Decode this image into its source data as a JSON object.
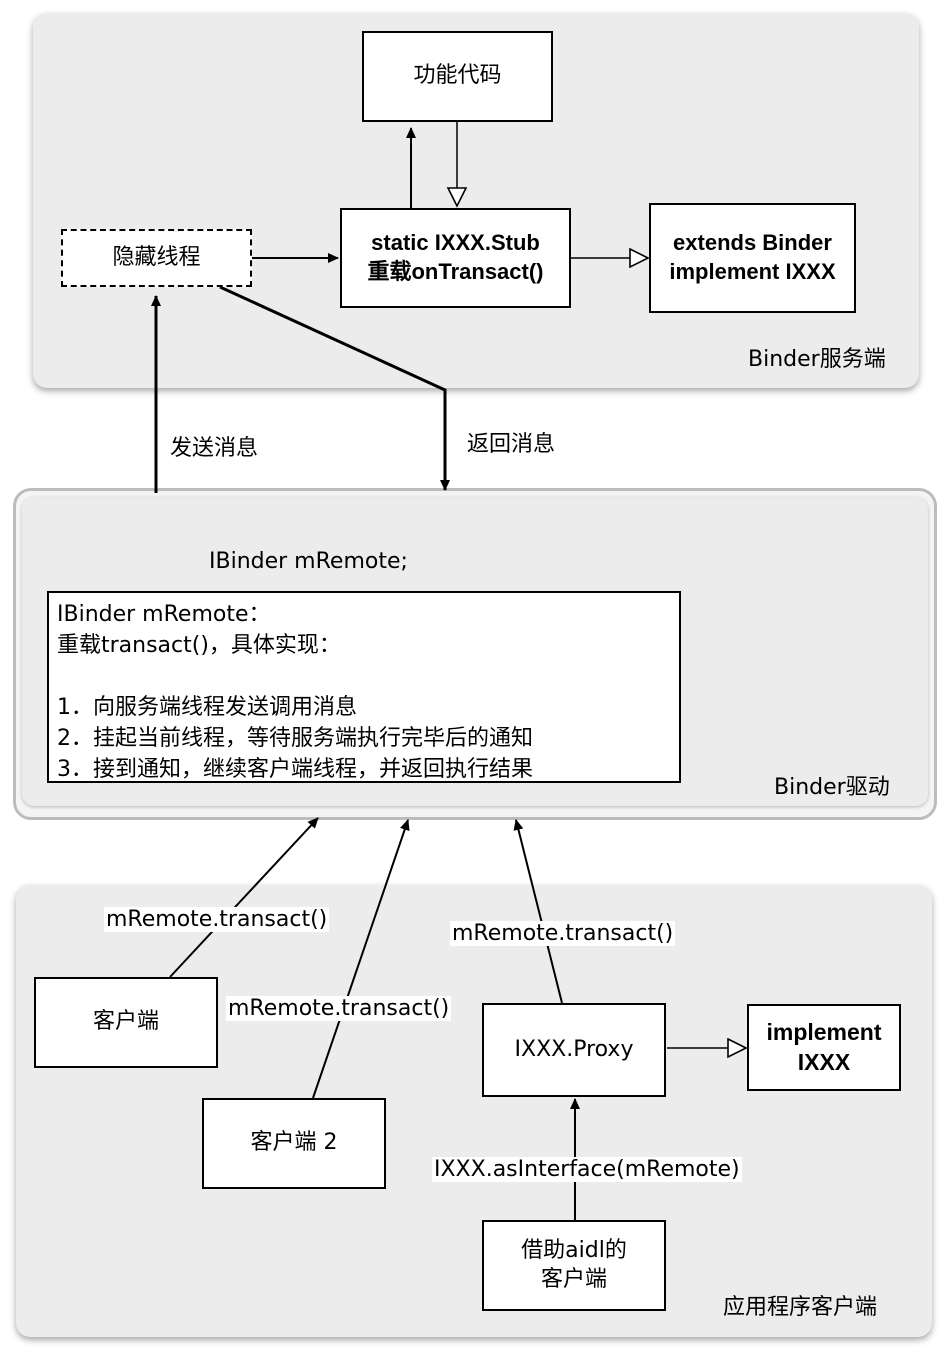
{
  "server": {
    "label": "Binder服务端",
    "function_code": "功能代码",
    "hidden_thread": "隐藏线程",
    "stub_line1": "static IXXX.Stub",
    "stub_line2": "重载onTransact()",
    "binder_line1": "extends Binder",
    "binder_line2": "implement IXXX"
  },
  "arrows": {
    "send": "发送消息",
    "return": "返回消息"
  },
  "driver": {
    "label": "Binder驱动",
    "heading": "IBinder mRemote;",
    "description": [
      "IBinder mRemote：",
      "重载transact()，具体实现：",
      "",
      "1．向服务端线程发送调用消息",
      "2．挂起当前线程，等待服务端执行完毕后的通知",
      "3．接到通知，继续客户端线程，并返回执行结果"
    ]
  },
  "client": {
    "label": "应用程序客户端",
    "client1": "客户端",
    "client2": "客户端 2",
    "proxy": "IXXX.Proxy",
    "impl_line1": "implement",
    "impl_line2": "IXXX",
    "aidl_line1": "借助aidl的",
    "aidl_line2": "客户端",
    "transact1": "mRemote.transact()",
    "transact2": "mRemote.transact()",
    "transact3": "mRemote.transact()",
    "as_interface": "IXXX.asInterface(mRemote)"
  }
}
